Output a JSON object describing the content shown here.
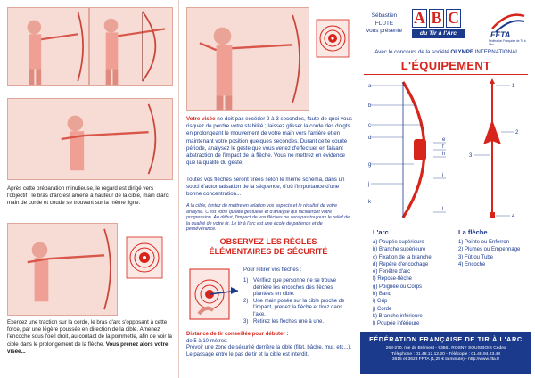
{
  "header": {
    "author_lines": [
      "Sébastien",
      "FLUTE",
      "vous présente"
    ],
    "abc_letters": [
      "A",
      "B",
      "C"
    ],
    "abc_subtitle": "du Tir à l'Arc",
    "ffta_label": "FFTA",
    "ffta_subline": "Fédération Française de Tir à l'Arc",
    "concours_text_prefix": "Avec le concours de la société ",
    "concours_company": "OLYMPE",
    "concours_text_suffix": " INTERNATIONAL"
  },
  "col1": {
    "para1": "Après cette préparation minutieuse, le regard est dirigé vers l'objectif ; le bras d'arc est amené à hauteur de la cible, main d'arc main de corde et coude se trouvant sur la même ligne.",
    "para2": "Exercez une traction sur la corde, le bras d'arc s'opposant à cette force, par une légère poussée en direction de la cible. Amenez l'encoche sous l'oeil droit, au contact de la pommette, afin de voir la cible dans le prolongement de la flèche.",
    "para2_bold": "Vous prenez alors votre visée..."
  },
  "col2": {
    "visee_bold": "Votre visée",
    "visee_text": " ne doit pas excéder 2 à 3 secondes, faute de quoi vous risquez de perdre votre stabilité ; laissez glisser la corde des doigts en prolongeant le mouvement de votre main vers l'arrière et en maintenant votre position quelques secondes. Durant cette courte période, analysez le geste que vous venez d'effectuer en faisant abstraction de l'impact de la flèche. Vous ne mettrez en évidence que la qualité du geste.",
    "schema_text": "Toutes vos flèches seront tirées selon le même schéma, dans un souci d'automatisation de la séquence, d'où l'importance d'une bonne concentration...",
    "italic_note": "A la cible, tentez de mettre en relation vos aspects et le résultat de votre analyse. C'est votre qualité gestuelle et d'analyse qui faciliteront votre progression. Au début, l'impact de vos flèches ne sera pas toujours le relief de la qualité de votre tir. Le tir à l'arc est une école de patience et de persévérance.",
    "observez_line1": "OBSERVEZ LES RÈGLES",
    "observez_line2": "ÉLÉMENTAIRES DE SÉCURITÉ",
    "pour_retirer": "Pour retirer vos flèches :",
    "steps": [
      {
        "n": "1)",
        "text": "Vérifiez que personne ne se trouve derrière les encoches des flèches plantées en cible."
      },
      {
        "n": "2)",
        "text": "Une main posée sur la cible proche de l'impact, prenez la flèche et tirez dans l'axe."
      },
      {
        "n": "3)",
        "text": "Retirez les flèches une à une."
      }
    ],
    "distance_label": "Distance de tir conseillée pour débuter :",
    "distance_value": "de 5 à 10 mètres.",
    "distance_text": "Prévoir une zone de sécurité derrière la cible (filet, bâche, mur, etc...).",
    "distance_text2": "Le passage entre le pas de tir et la cible est interdit."
  },
  "col3": {
    "equipement_title": "L'ÉQUIPEMENT",
    "arc_title": "L'arc",
    "arc_items": [
      "a) Poupée supérieure",
      "b) Branche supérieure",
      "c) Fixation de la branche",
      "d) Repère d'encochage",
      "e) Fenêtre d'arc",
      "f) Repose-flèche",
      "g) Poignée ou Corps",
      "h) Band",
      "i) Grip",
      "j) Corde",
      "k) Branche inférieure",
      "l) Poupée inférieure"
    ],
    "fleche_title": "La flèche",
    "fleche_items": [
      "1) Pointe ou Enferron",
      "2) Plumes ou Empennage",
      "3) Fût ou Tube",
      "4) Encoche"
    ],
    "bow_labels": [
      "a",
      "b",
      "c",
      "d",
      "e",
      "f",
      "g",
      "h",
      "i",
      "j",
      "k",
      "l"
    ],
    "arrow_labels": [
      "1",
      "2",
      "3",
      "4"
    ],
    "federation": {
      "title": "FÉDÉRATION FRANÇAISE DE TIR À L'ARC",
      "line1": "268-270, rue de Brément - 93561 ROSNY SOUS BOIS Cedex",
      "line2": "Téléphone : 01.48.12.12.20 - Télécopie : 01.48.94.23.48",
      "line3": "3615 et 3623 FFTA (1,29 € la minute) - http://www.ffta.fr"
    }
  },
  "colors": {
    "red": "#d8251c",
    "blue": "#1b3a8c",
    "photo_tint": "#f7dcd6"
  }
}
